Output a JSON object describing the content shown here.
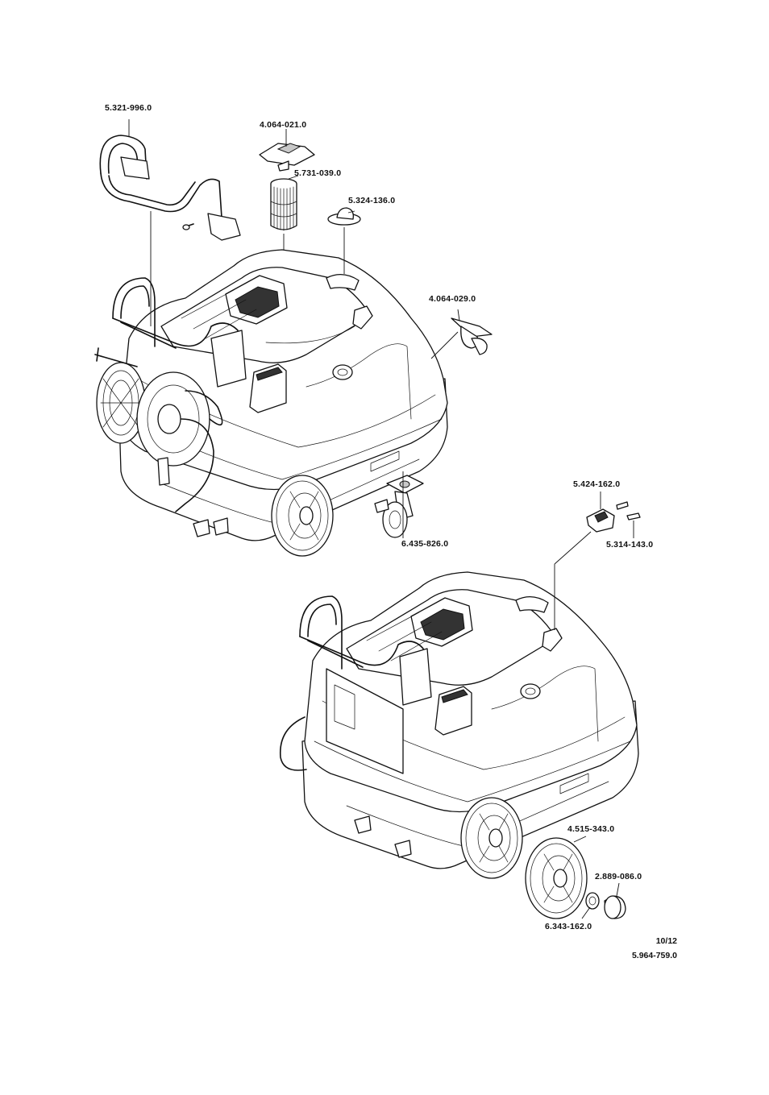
{
  "parts": [
    {
      "id": "handle",
      "number": "5.321-996.0"
    },
    {
      "id": "filter-cover",
      "number": "4.064-021.0"
    },
    {
      "id": "filter-cartridge",
      "number": "5.731-039.0"
    },
    {
      "id": "cap",
      "number": "5.324-136.0"
    },
    {
      "id": "hook",
      "number": "4.064-029.0"
    },
    {
      "id": "castor",
      "number": "6.435-826.0"
    },
    {
      "id": "latch",
      "number": "5.424-162.0"
    },
    {
      "id": "pin",
      "number": "5.314-143.0"
    },
    {
      "id": "wheel",
      "number": "4.515-343.0"
    },
    {
      "id": "hub-cap",
      "number": "2.889-086.0"
    },
    {
      "id": "washer",
      "number": "6.343-162.0"
    }
  ],
  "footer": {
    "page": "10/12",
    "doc_number": "5.964-759.0"
  }
}
